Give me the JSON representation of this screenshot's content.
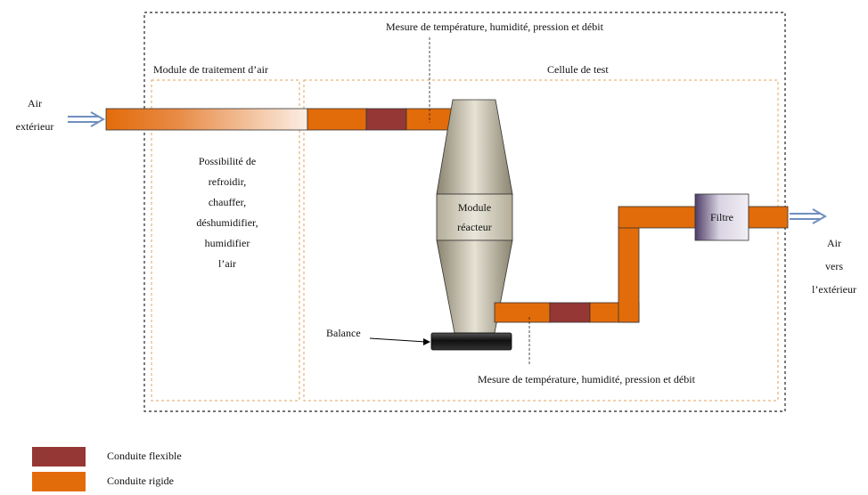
{
  "labels": {
    "air_in_line1": "Air",
    "air_in_line2": "extérieur",
    "measure_top": "Mesure de température, humidité, pression et débit",
    "module_traitement": "Module de traitement d’air",
    "cellule_test": "Cellule de test",
    "possibilite": [
      "Possibilité de",
      "refroidir,",
      "chauffer,",
      "déshumidifier,",
      "humidifier",
      "l’air"
    ],
    "module_reacteur_line1": "Module",
    "module_reacteur_line2": "réacteur",
    "filtre": "Filtre",
    "air_out": [
      "Air",
      "vers",
      "l’extérieur"
    ],
    "balance": "Balance",
    "measure_bottom": "Mesure de température, humidité, pression et débit"
  },
  "legend": [
    {
      "label": "Conduite flexible",
      "color": "#953735"
    },
    {
      "label": "Conduite rigide",
      "color": "#e36c0a"
    }
  ],
  "colors": {
    "rigid": "#e36c0a",
    "flexible": "#953735",
    "arrow": "#6f8fbf",
    "dashed_border": "#222222",
    "dashed_orange": "#e3a35a"
  }
}
